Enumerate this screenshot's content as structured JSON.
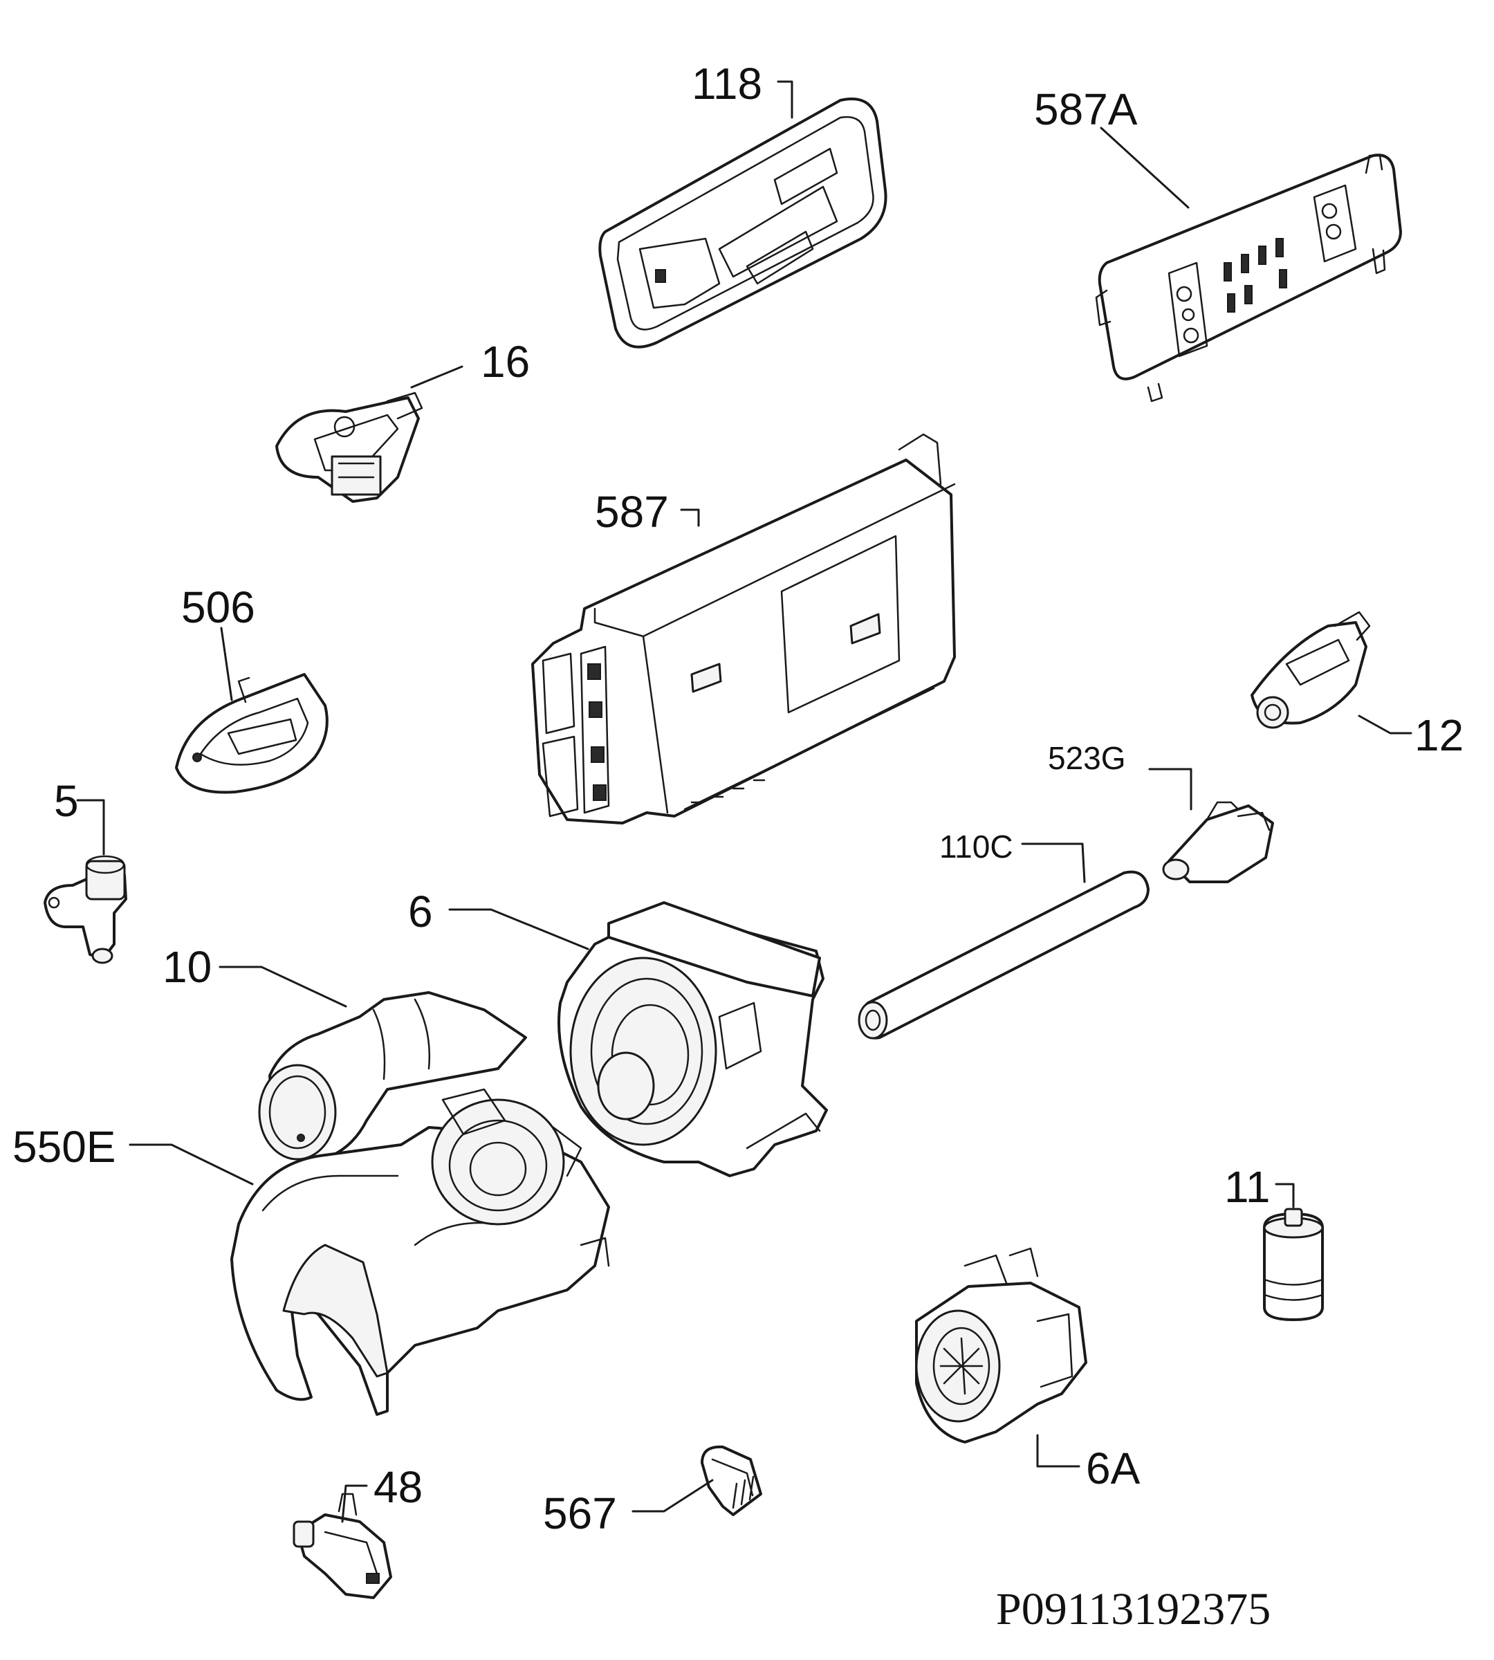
{
  "labels": {
    "p118": "118",
    "p587A": "587A",
    "p16": "16",
    "p587": "587",
    "p506": "506",
    "p12": "12",
    "p523G": "523G",
    "p5": "5",
    "p110C": "110C",
    "p6": "6",
    "p10": "10",
    "p550E": "550E",
    "p11": "11",
    "p6A": "6A",
    "p48": "48",
    "p567": "567"
  },
  "document_code": "P09113192375"
}
